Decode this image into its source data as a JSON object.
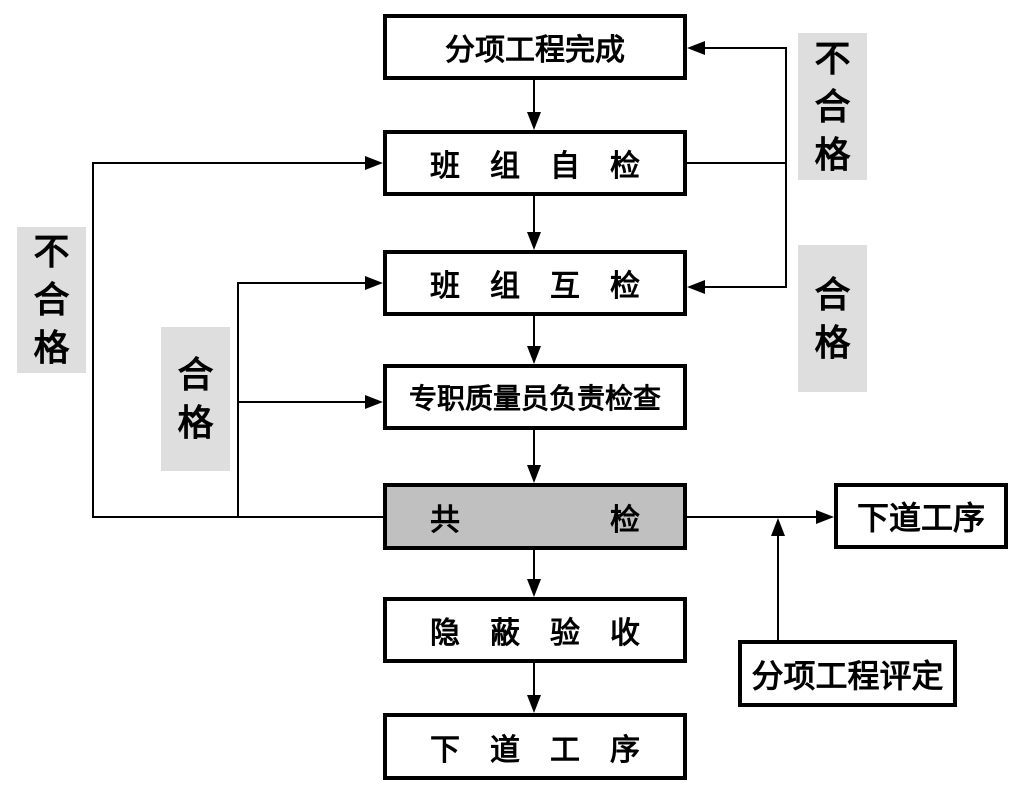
{
  "flowchart": {
    "nodes": {
      "subproject_complete": {
        "label": "分项工程完成"
      },
      "team_self_check": {
        "label": "班　组　自　检"
      },
      "team_mutual_check": {
        "label": "班　组　互　检"
      },
      "quality_officer_check": {
        "label": "专职质量员负责检查"
      },
      "joint_check": {
        "label": "共　　　　　检"
      },
      "concealed_acceptance": {
        "label": "隐　蔽　验　收"
      },
      "next_process": {
        "label": "下　道　工　序"
      },
      "next_process_side": {
        "label": "下道工序"
      },
      "subproject_evaluation": {
        "label": "分项工程评定"
      }
    },
    "edge_labels": {
      "right_unqualified": "不合格",
      "right_qualified": "合格",
      "left_unqualified": "不合格",
      "left_qualified": "合格"
    },
    "colors": {
      "joint_check_fill": "#c0c0c0",
      "edge_label_bg": "#dedede",
      "line": "#000000",
      "node_bg": "#ffffff",
      "node_border": "#000000"
    }
  }
}
